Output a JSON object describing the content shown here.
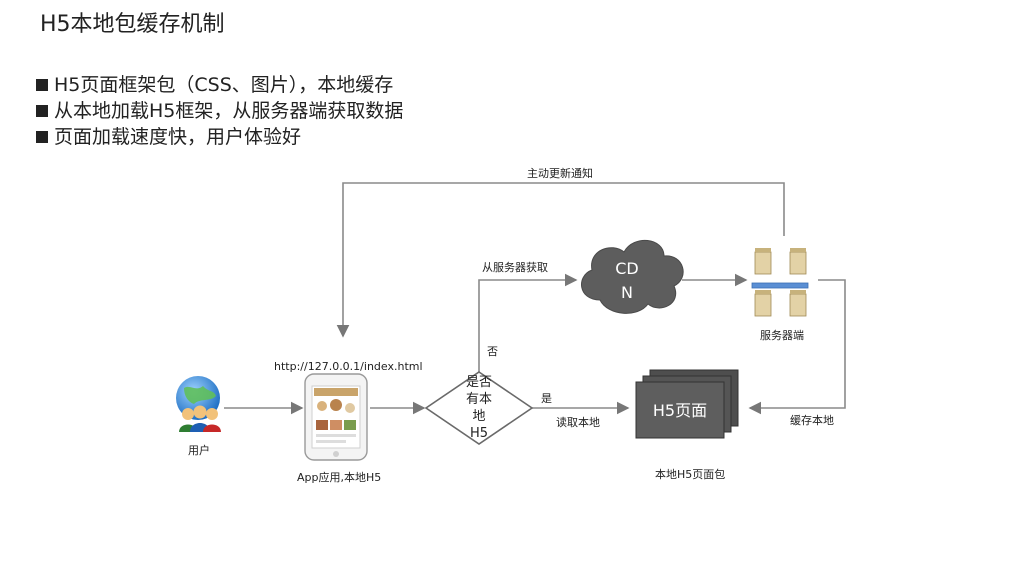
{
  "title": "H5本地包缓存机制",
  "bullets": [
    "H5页面框架包（CSS、图片），本地缓存",
    "从本地加载H5框架，从服务器端获取数据",
    "页面加载速度快，用户体验好"
  ],
  "diagram": {
    "notify_label": "主动更新通知",
    "fetch_label": "从服务器获取",
    "cdn_label_1": "CD",
    "cdn_label_2": "N",
    "server_label": "服务器端",
    "no_label": "否",
    "yes_label": "是",
    "url_label": "http://127.0.0.1/index.html",
    "decision_lines": [
      "是否",
      "有本",
      "地",
      "H5"
    ],
    "read_local_label": "读取本地",
    "cache_local_label": "缓存本地",
    "h5_page_label": "H5页面",
    "h5_pkg_label": "本地H5页面包",
    "user_label": "用户",
    "app_label": "App应用,本地H5"
  }
}
